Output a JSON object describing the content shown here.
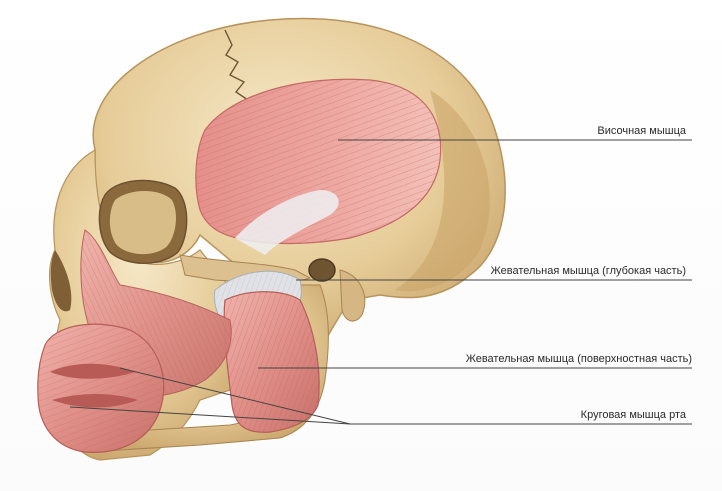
{
  "labels": {
    "temporal": "Височная мышца",
    "masseter_deep": "Жевательная мышца (глубокая часть)",
    "masseter_superficial": "Жевательная мышца (поверхностная часть)",
    "orbicularis_oris": "Круговая мышца рта"
  },
  "colors": {
    "bone": "#e9d3a6",
    "bone_shadow": "#cfae78",
    "muscle": "#e39a94",
    "muscle_dark": "#c8736c",
    "tendon": "#dfe3e8",
    "leader_line": "#444444"
  }
}
